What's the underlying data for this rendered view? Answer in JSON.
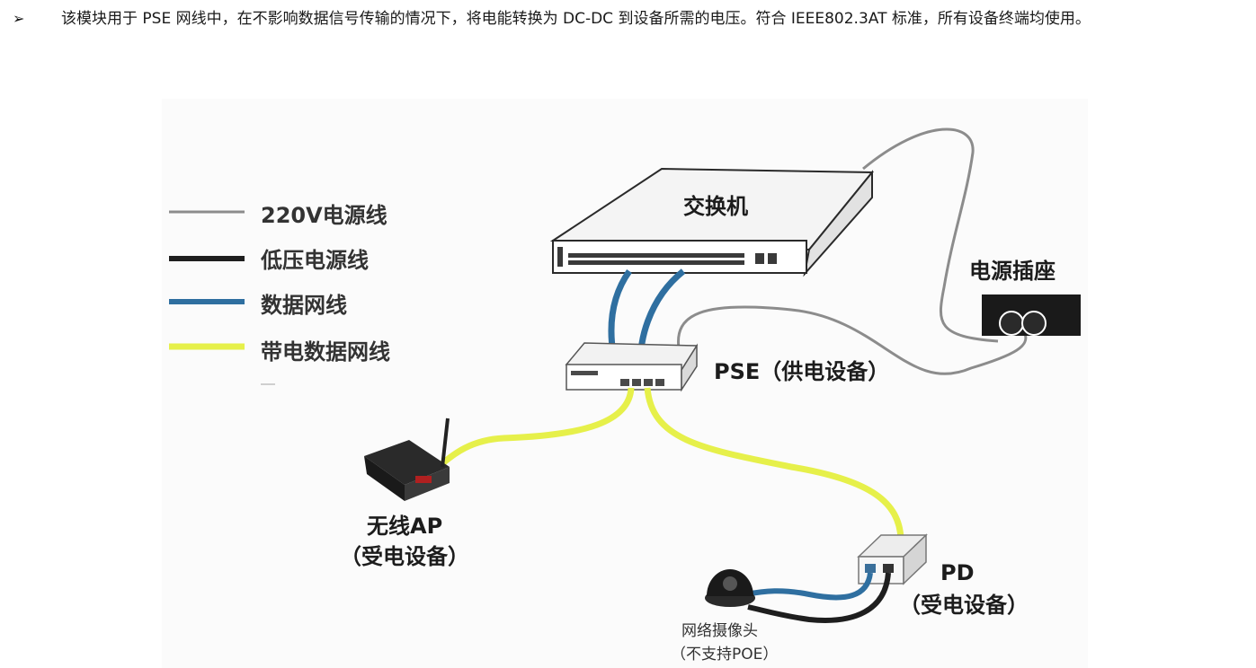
{
  "intro": {
    "bullet": "➢",
    "text": "该模块用于 PSE 网线中，在不影响数据信号传输的情况下，将电能转换为 DC-DC 到设备所需的电压。符合 IEEE802.3AT 标准，所有设备终端均使用。"
  },
  "diagram": {
    "legend": [
      {
        "label": "220V电源线",
        "color": "#8c8c8c"
      },
      {
        "label": "低压电源线",
        "color": "#1e1e1e"
      },
      {
        "label": "数据网线",
        "color": "#2f6fa0"
      },
      {
        "label": "带电数据网线",
        "color": "#e6f04a"
      }
    ],
    "devices": {
      "switch": "交换机",
      "power_socket": "电源插座",
      "pse": "PSE（供电设备）",
      "ap_line1": "无线AP",
      "ap_line2": "（受电设备）",
      "pd_line1": "PD",
      "pd_line2": "（受电设备）",
      "camera_line1": "网络摄像头",
      "camera_line2": "（不支持POE）"
    },
    "colors": {
      "mains": "#8c8c8c",
      "low_voltage": "#1e1e1e",
      "data": "#2f6fa0",
      "powered_data": "#e6f04a"
    }
  }
}
